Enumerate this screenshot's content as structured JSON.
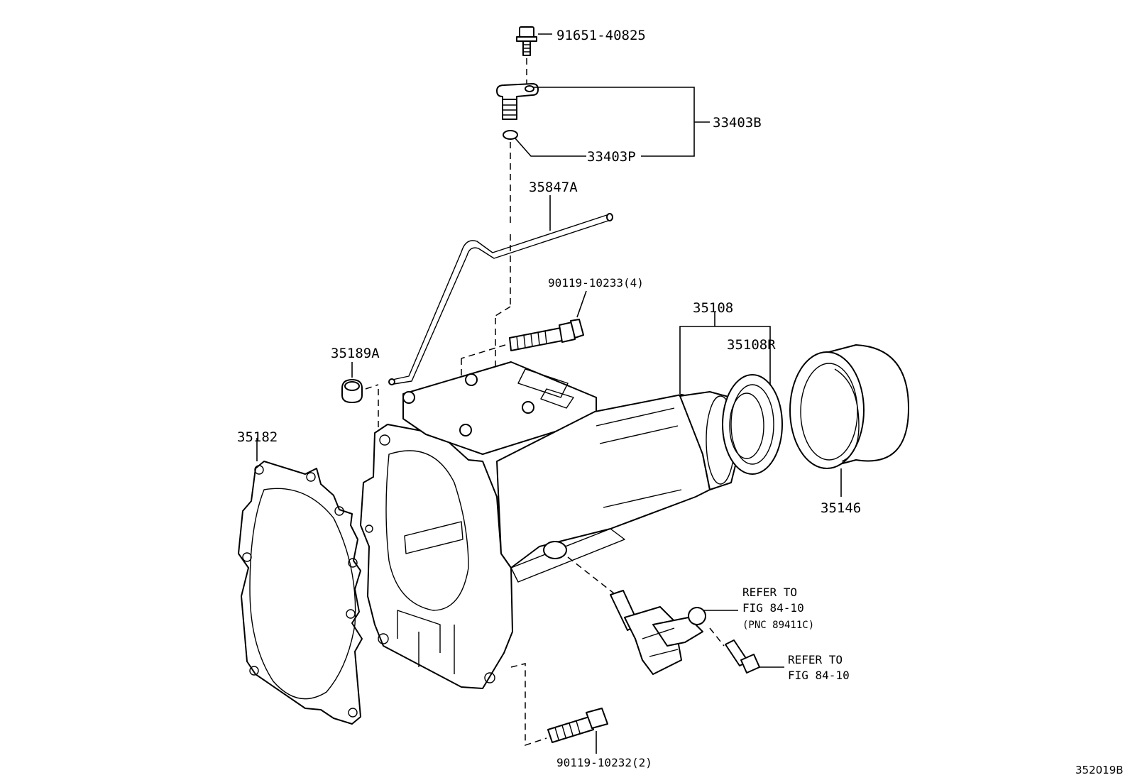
{
  "diagram_id": "352019B",
  "parts": [
    {
      "key": "bolt_top",
      "label": "91651-40825"
    },
    {
      "key": "sensor_assy",
      "label": "33403B"
    },
    {
      "key": "o_ring",
      "label": "33403P"
    },
    {
      "key": "tube",
      "label": "35847A"
    },
    {
      "key": "bolt_case",
      "label": "90119-10233(4)"
    },
    {
      "key": "housing",
      "label": "35108"
    },
    {
      "key": "bushing",
      "label": "35108R"
    },
    {
      "key": "plug",
      "label": "35189A"
    },
    {
      "key": "gasket",
      "label": "35182"
    },
    {
      "key": "dust_cover",
      "label": "35146"
    },
    {
      "key": "bolt_bottom",
      "label": "90119-10232(2)"
    }
  ],
  "references": [
    {
      "key": "speed_sensor_ref",
      "lines": [
        "REFER TO",
        "FIG 84-10",
        "(PNC 89411C)"
      ]
    },
    {
      "key": "bolt_ref",
      "lines": [
        "REFER TO",
        "FIG 84-10"
      ]
    }
  ]
}
